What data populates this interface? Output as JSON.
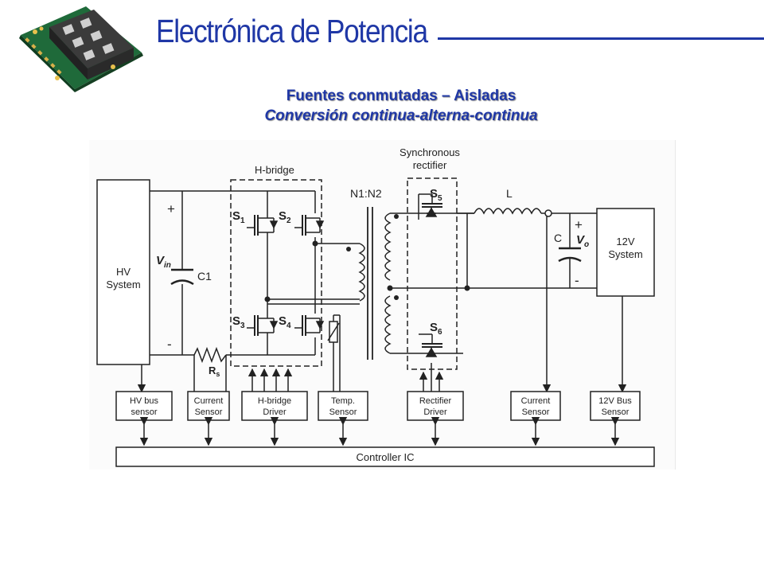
{
  "header": {
    "title": "Electrónica de Potencia",
    "subtitle_1": "Fuentes conmutadas – Aisladas",
    "subtitle_2": "Conversión continua-alterna-continua",
    "accent_color": "#1f37a6"
  },
  "diagram": {
    "hv_system": {
      "line1": "HV",
      "line2": "System"
    },
    "vin_label": "V",
    "vin_sub": "in",
    "plus": "+",
    "minus": "-",
    "c1_label": "C1",
    "rs_label": "R",
    "rs_sub": "s",
    "hbridge_label": "H-bridge",
    "s1": "S",
    "s1_sub": "1",
    "s2": "S",
    "s2_sub": "2",
    "s3": "S",
    "s3_sub": "3",
    "s4": "S",
    "s4_sub": "4",
    "transformer_ratio": "N1:N2",
    "sync_rect_line1": "Synchronous",
    "sync_rect_line2": "rectifier",
    "s5": "S",
    "s5_sub": "5",
    "s6": "S",
    "s6_sub": "6",
    "inductor_label": "L",
    "cap_out_label": "C",
    "vo_label": "V",
    "vo_sub": "o",
    "system12v": {
      "line1": "12V",
      "line2": "System"
    },
    "sensors": {
      "hv_bus": {
        "line1": "HV bus",
        "line2": "sensor"
      },
      "current_in": {
        "line1": "Current",
        "line2": "Sensor"
      },
      "hbridge_driver": {
        "line1": "H-bridge",
        "line2": "Driver"
      },
      "temp": {
        "line1": "Temp.",
        "line2": "Sensor"
      },
      "rect_driver": {
        "line1": "Rectifier",
        "line2": "Driver"
      },
      "current_out": {
        "line1": "Current",
        "line2": "Sensor"
      },
      "bus12v": {
        "line1": "12V Bus",
        "line2": "Sensor"
      }
    },
    "controller": "Controller IC"
  }
}
